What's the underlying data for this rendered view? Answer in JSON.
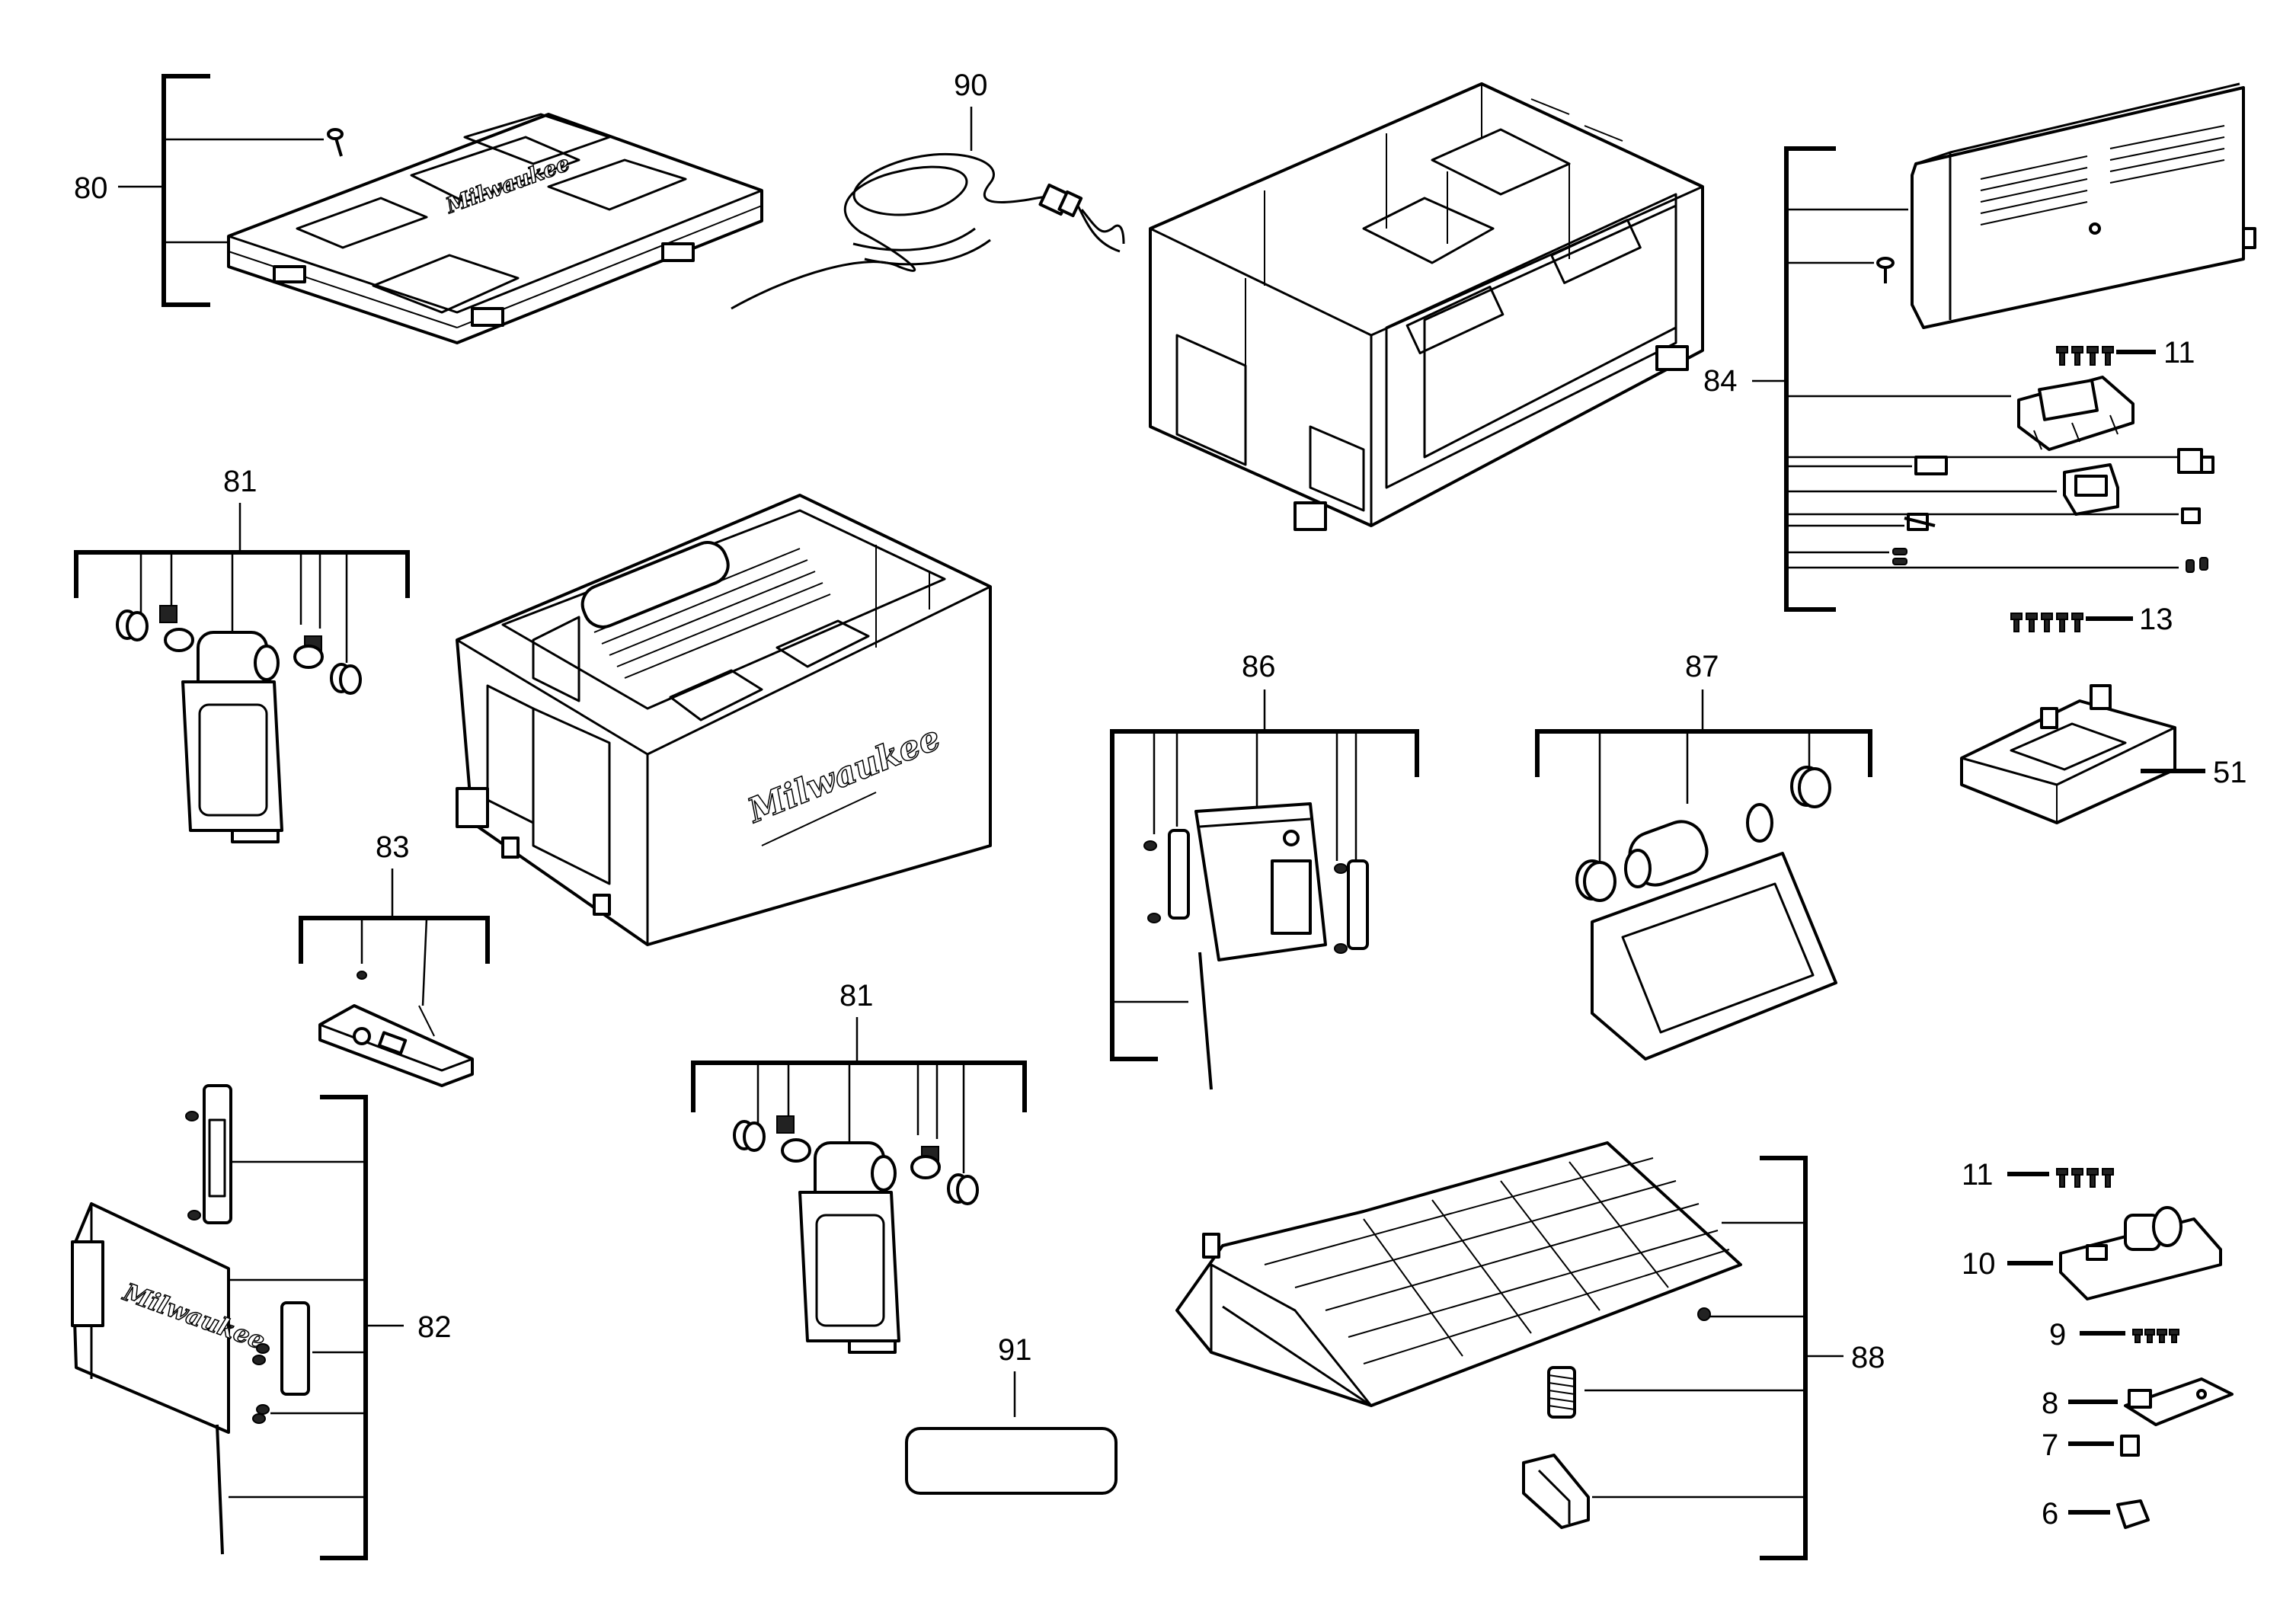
{
  "callouts": {
    "c80": "80",
    "c90": "90",
    "c84": "84",
    "c11a": "11",
    "c13": "13",
    "c51": "51",
    "c81a": "81",
    "c83": "83",
    "c86": "86",
    "c87": "87",
    "c81b": "81",
    "c82": "82",
    "c91": "91",
    "c88": "88",
    "c11b": "11",
    "c10": "10",
    "c9": "9",
    "c8": "8",
    "c7": "7",
    "c6": "6"
  },
  "brand": {
    "logo": "Milwaukee"
  }
}
